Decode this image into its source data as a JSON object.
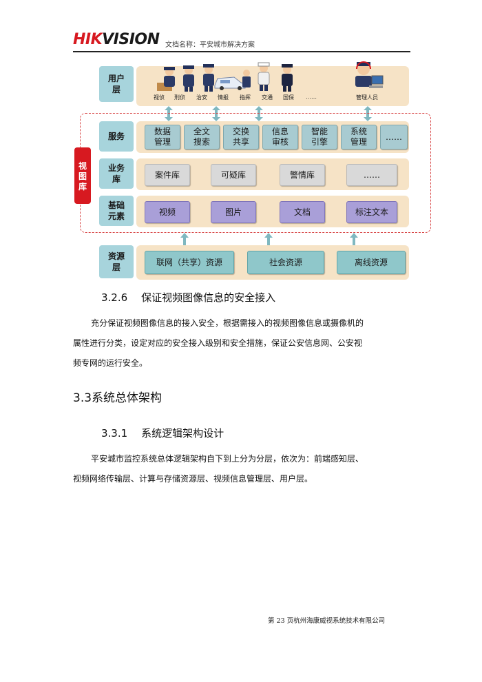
{
  "header": {
    "logo_hik": "HIK",
    "logo_vision": "VISION",
    "doc_title": "文档名称：平安城市解决方案"
  },
  "diagram": {
    "side_tag": "视图库",
    "layers": {
      "user": {
        "label": "用户层",
        "items": [
          "视侦",
          "刑侦",
          "治安",
          "情报",
          "指挥",
          "交通",
          "国保",
          "……",
          "管理人员"
        ]
      },
      "service": {
        "label": "服务",
        "items": [
          "数据管理",
          "全文搜索",
          "交换共享",
          "信息审核",
          "智能引擎",
          "系统管理",
          "……"
        ]
      },
      "business": {
        "label": "业务库",
        "items": [
          "案件库",
          "可疑库",
          "警情库",
          "……"
        ]
      },
      "base": {
        "label": "基础元素",
        "items": [
          "视频",
          "图片",
          "文档",
          "标注文本"
        ]
      },
      "resource": {
        "label": "资源层",
        "items": [
          "联网（共享）资源",
          "社会资源",
          "离线资源"
        ]
      }
    },
    "colors": {
      "band": "#f6e3c6",
      "label": "#a7d4dc",
      "dashed_border": "#d94a4a",
      "side_tag": "#d71920"
    }
  },
  "sections": {
    "s326": {
      "number": "3.2.6",
      "title": "保证视频图像信息的安全接入"
    },
    "p1_line1": "充分保证视频图像信息的接入安全，根据需接入的视频图像信息或摄像机的",
    "p1_line2": "属性进行分类，设定对应的安全接入级别和安全措施，保证公安信息网、公安视",
    "p1_line3": "频专网的运行安全。",
    "s33": {
      "number": "3.3",
      "title": "系统总体架构"
    },
    "s331": {
      "number": "3.3.1",
      "title": "系统逻辑架构设计"
    },
    "p2_line1": "平安城市监控系统总体逻辑架构自下到上分为分层，依次为：前端感知层、",
    "p2_line2": "视频网络传输层、计算与存储资源层、视频信息管理层、用户层。"
  },
  "footer": "第 23 页杭州海康威视系统技术有限公司"
}
